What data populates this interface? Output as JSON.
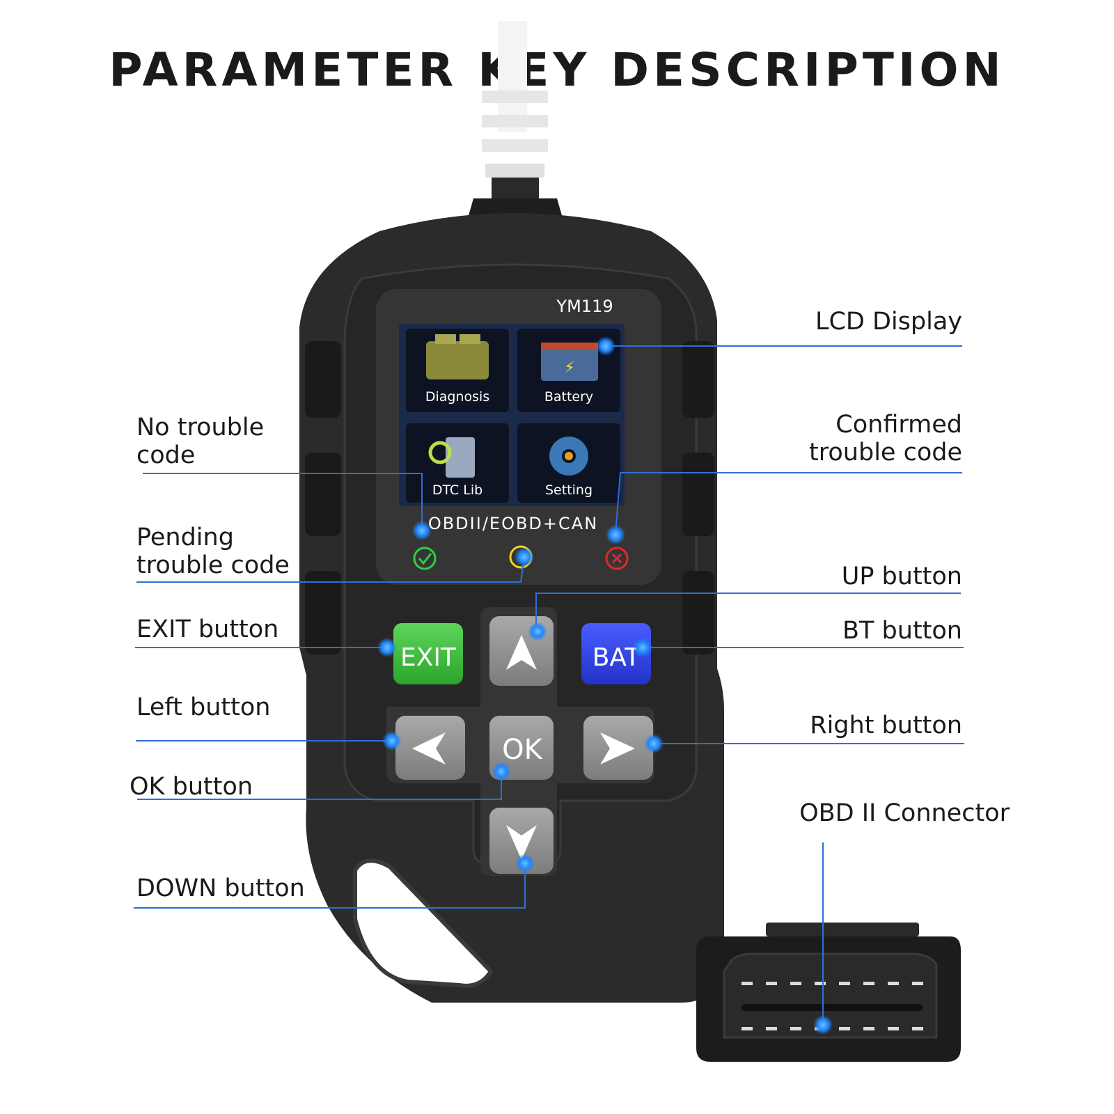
{
  "title": "Parameter Key Description",
  "device": {
    "model": "YM119",
    "protocol": "OBDII/EOBD+CAN",
    "tiles": {
      "diagnosis": "Diagnosis",
      "battery": "Battery",
      "dtc_lib": "DTC Lib",
      "setting": "Setting"
    },
    "buttons": {
      "exit": "EXIT",
      "bat": "BAT",
      "ok": "OK"
    }
  },
  "labels": {
    "lcd_display": "LCD Display",
    "no_trouble_code": "No trouble\ncode",
    "confirmed_trouble_code": "Confirmed\ntrouble code",
    "pending_trouble_code": "Pending\ntrouble code",
    "up_button": "UP button",
    "exit_button": "EXIT button",
    "bt_button": "BT button",
    "left_button": "Left button",
    "right_button": "Right button",
    "ok_button": "OK button",
    "obd_connector": "OBD II Connector",
    "down_button": "DOWN button"
  },
  "colors": {
    "leader_line": "#2e6fd6",
    "hotspot": "#1f86ff",
    "exit_button": "#3fbf3f",
    "bat_button": "#2b3fe0",
    "screen_bg": "#1c2a4a",
    "body": "#2a2a2a"
  }
}
